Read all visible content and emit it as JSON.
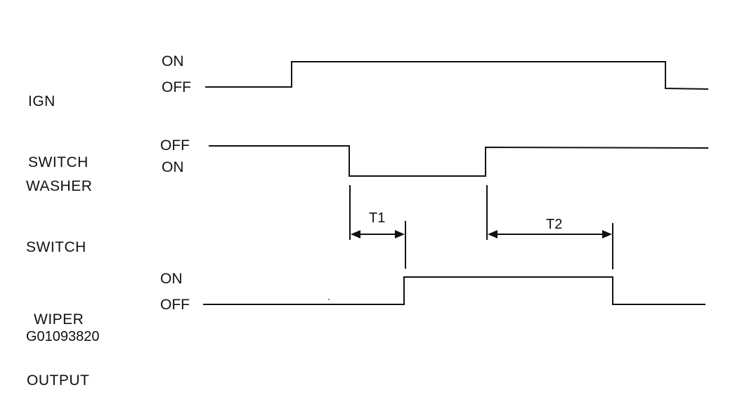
{
  "signals": [
    {
      "id": "ign",
      "label_line1": "IGN",
      "label_line2": "SWITCH",
      "upper_state": "ON",
      "lower_state": "OFF"
    },
    {
      "id": "washer",
      "label_line1": "WASHER",
      "label_line2": "SWITCH",
      "upper_state": "OFF",
      "lower_state": "ON"
    },
    {
      "id": "wiper",
      "label_line1": "WIPER",
      "label_line2": "OUTPUT",
      "upper_state": "ON",
      "lower_state": "OFF"
    }
  ],
  "intervals": [
    {
      "id": "t1",
      "label": "T1"
    },
    {
      "id": "t2",
      "label": "T2"
    }
  ],
  "figure_code": "G01093820",
  "colors": {
    "line": "#111111",
    "background": "#ffffff"
  }
}
